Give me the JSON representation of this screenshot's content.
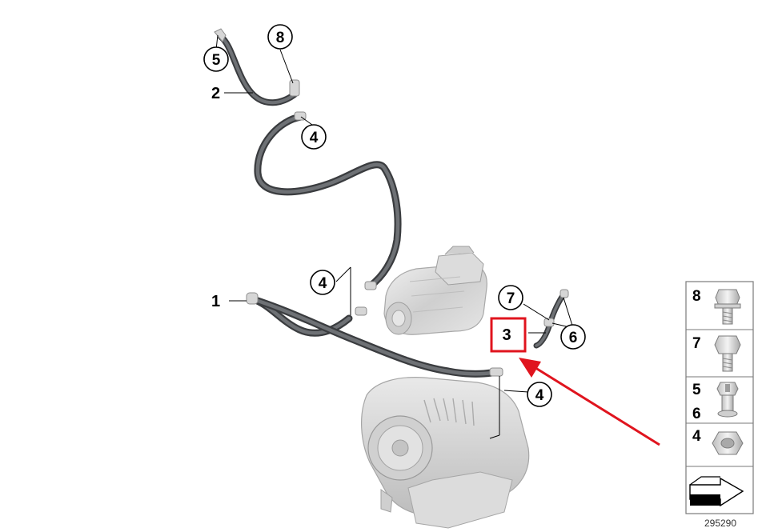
{
  "callouts": {
    "c5": "5",
    "c8": "8",
    "c4a": "4",
    "c4b": "4",
    "c7": "7",
    "c6": "6",
    "c4c": "4"
  },
  "labels": {
    "l2": "2",
    "l1": "1",
    "l3": "3"
  },
  "legend": {
    "l8": "8",
    "l7": "7",
    "l5": "5",
    "l6": "6",
    "l4": "4"
  },
  "reference": "295290",
  "colors": {
    "highlight": "#e0141e",
    "cable": "#5b5e62",
    "part_fill": "#d8d8d8",
    "part_stroke": "#a9a9a9"
  }
}
